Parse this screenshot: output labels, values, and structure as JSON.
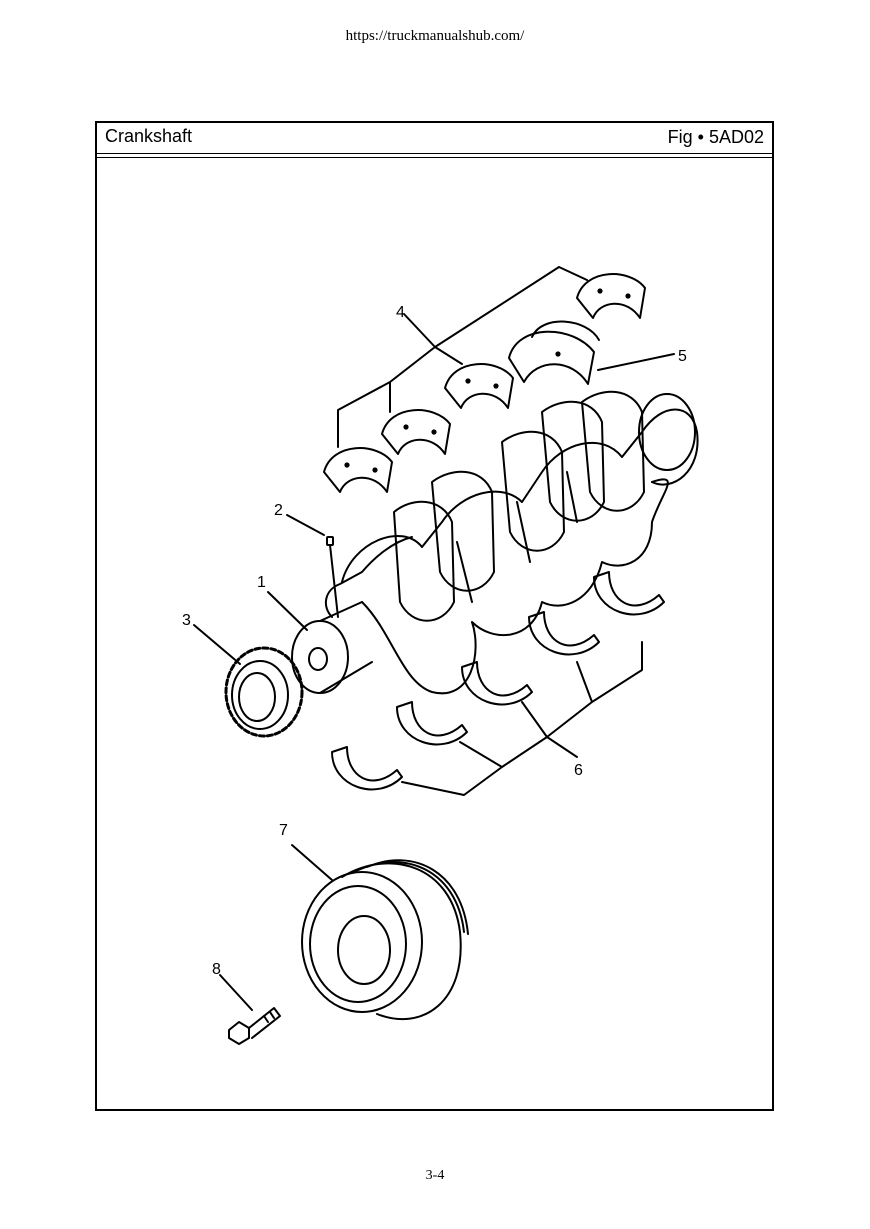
{
  "header": {
    "url": "https://truckmanualshub.com/"
  },
  "figure": {
    "title": "Crankshaft",
    "fig_id": "Fig • 5AD02",
    "callouts": [
      "1",
      "2",
      "3",
      "4",
      "5",
      "6",
      "7",
      "8"
    ]
  },
  "footer": {
    "page_number": "3-4"
  }
}
